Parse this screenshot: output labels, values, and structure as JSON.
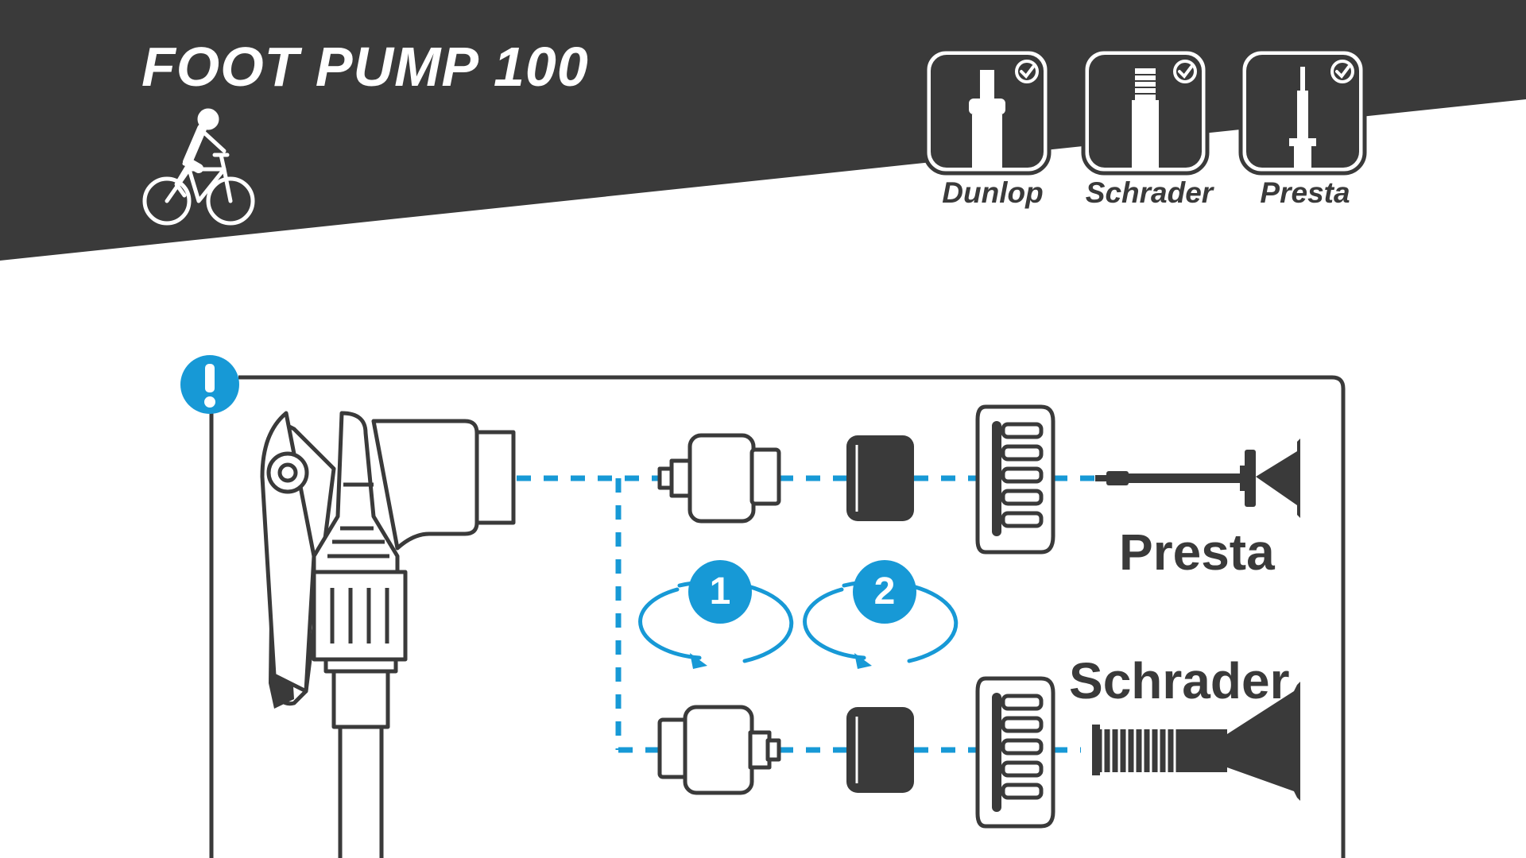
{
  "header": {
    "title": "FOOT PUMP 100",
    "icon": "cyclist-icon",
    "band_color": "#3a3a3a"
  },
  "compatible_valves": [
    {
      "label": "Dunlop",
      "icon": "dunlop-valve-icon",
      "badge": "check-icon"
    },
    {
      "label": "Schrader",
      "icon": "schrader-valve-icon",
      "badge": "check-icon"
    },
    {
      "label": "Presta",
      "icon": "presta-valve-icon",
      "badge": "check-icon"
    }
  ],
  "diagram": {
    "warning_icon": "exclamation-icon",
    "accent_color": "#1799d6",
    "dark_color": "#3a3a3a",
    "presta_label": "Presta",
    "schrader_label": "Schrader",
    "steps": [
      "1",
      "2"
    ]
  }
}
